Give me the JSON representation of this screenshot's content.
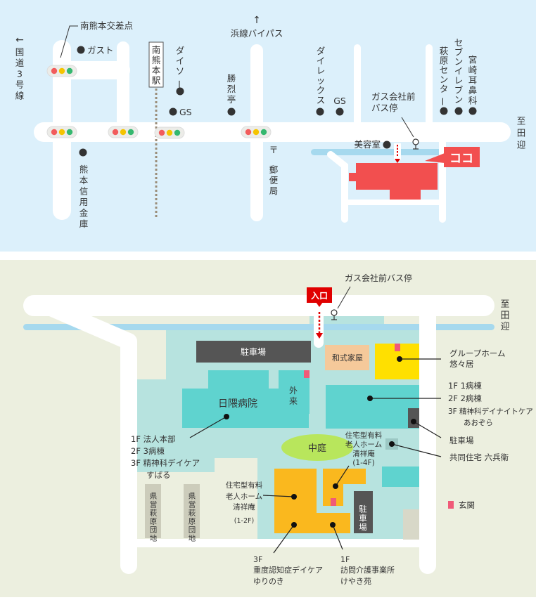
{
  "colors": {
    "top_bg": "#dcf0fb",
    "bottom_bg": "#ecefdf",
    "road": "#ffffff",
    "river": "#a6d9ee",
    "hospital": "#5fd3cf",
    "hospital_light": "#b7e3df",
    "orange": "#fab81e",
    "yellow": "#ffe000",
    "wa": "#f5c99a",
    "parking": "#555555",
    "garden": "#b8e65c",
    "target": "#f24f4f",
    "entrance": "#f05a78",
    "entry_red": "#e00000",
    "danchi": "#ccccbb"
  },
  "top_map": {
    "minami_kumamoto_crossing": "南熊本交差点",
    "hamasen_bypass": "浜線バイパス",
    "hamasen_arrow": "↑",
    "kokudo3": "国道3号線",
    "kokudo_arrow": "←",
    "to_tamukae": "至田迎",
    "gusto": "ガスト",
    "station": "南熊本駅",
    "daiso": "ダイソー",
    "gs1": "GS",
    "katsuretsutei": "勝烈亭",
    "post_mark": "〒",
    "post_office": "郵便局",
    "direx": "ダイレックス",
    "gs2": "GS",
    "bus_stop": "ガス会社前バス停",
    "seven": "セブンイレブン",
    "hagiwara_center": "萩原センター",
    "miyazaki_ent": "宮崎耳鼻科",
    "biyoushitsu": "美容室",
    "bank": "熊本信用金庫",
    "here": "ココ"
  },
  "bottom_map": {
    "bus_stop": "ガス会社前バス停",
    "to_tamukae": "至田迎",
    "entry_badge": "入口",
    "parking_top": "駐車場",
    "wa_building": "和式家屋",
    "group_home_1": "グループホーム",
    "group_home_2": "悠々居",
    "gairai": "外来",
    "hospital_name": "日隈病院",
    "ward_1f": "1F 1病棟",
    "ward_2f": "2F 2病棟",
    "ward_3f_a": "3F 精神科デイナイトケア",
    "ward_3f_b": "あおぞら",
    "parking_right": "駐車場",
    "kyodo_jutaku": "共同住宅 六兵衛",
    "courtyard": "中庭",
    "main_1f": "1F 法人本部",
    "main_2f": "2F 3病棟",
    "main_3f_a": "3F 精神科デイケア",
    "main_3f_b": "すばる",
    "home_14_a": "住宅型有料",
    "home_14_b": "老人ホーム",
    "home_14_c": "清祥庵",
    "home_14_d": "(1-4F)",
    "home_12_a": "住宅型有料",
    "home_12_b": "老人ホーム",
    "home_12_c": "清祥庵",
    "home_12_d": "(1-2F)",
    "parking_vertical": "駐車場",
    "danchi_1": "県営萩原団地",
    "danchi_2": "県営萩原団地",
    "dementia_a": "3F",
    "dementia_b": "重度認知症デイケア",
    "dementia_c": "ゆりのき",
    "homecare_a": "1F",
    "homecare_b": "訪問介護事業所",
    "homecare_c": "けやき苑",
    "legend_entrance": "玄関"
  }
}
